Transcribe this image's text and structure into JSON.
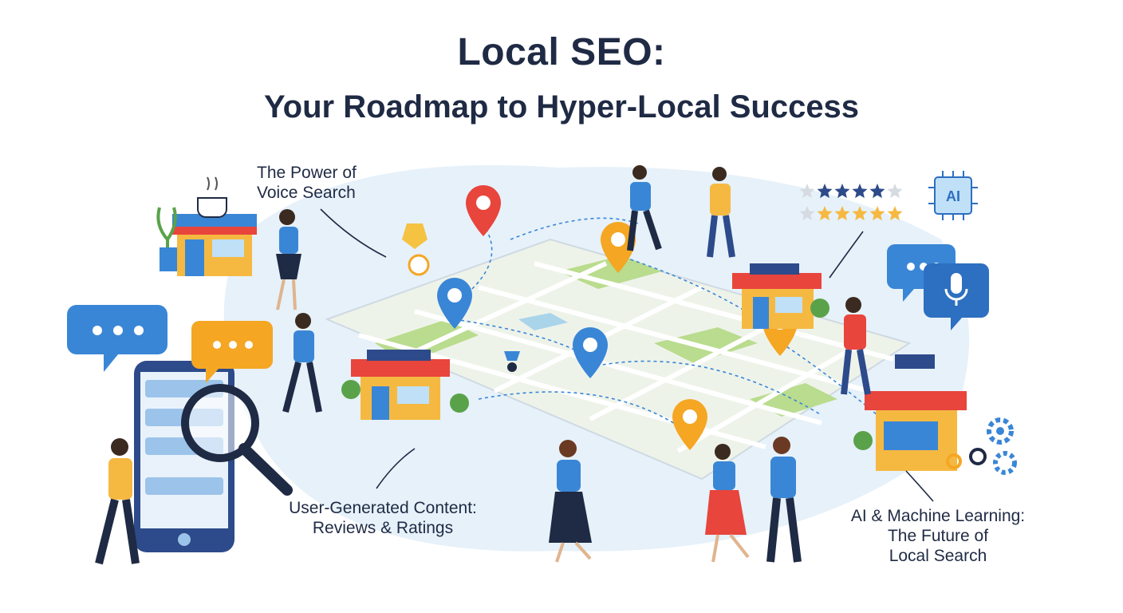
{
  "header": {
    "title": "Local SEO:",
    "subtitle": "Your Roadmap to Hyper-Local Success"
  },
  "captions": {
    "voice_search": [
      "The Power of",
      "Voice Search"
    ],
    "ugc": [
      "User-Generated Content:",
      "Reviews & Ratings"
    ],
    "ai": [
      "AI & Machine Learning:",
      "The Future of",
      "Local Search"
    ]
  },
  "ratings": {
    "row1_filled": 4,
    "row2_filled": 5,
    "total": 5
  },
  "ai_chip_label": "AI",
  "colors": {
    "navy": "#1f2a44",
    "blue": "#3a86d6",
    "orange": "#f5a623",
    "red": "#e8453c",
    "green": "#9ccc65",
    "map": "#eef3ea"
  }
}
